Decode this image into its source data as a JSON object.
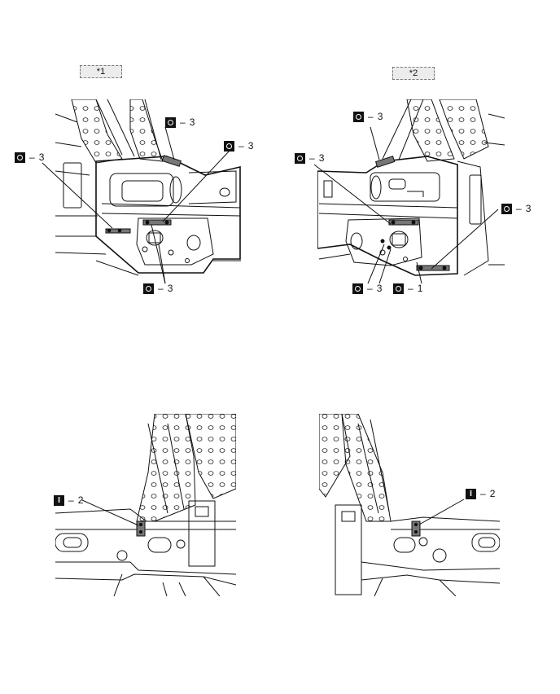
{
  "views": [
    {
      "tag": "*1",
      "callouts": [
        {
          "symbol": "o-symbol",
          "dash": "–",
          "num": "3"
        },
        {
          "symbol": "o-symbol",
          "dash": "–",
          "num": "3"
        },
        {
          "symbol": "o-symbol",
          "dash": "–",
          "num": "3"
        },
        {
          "symbol": "o-symbol",
          "dash": "–",
          "num": "3"
        }
      ]
    },
    {
      "tag": "*2",
      "callouts": [
        {
          "symbol": "o-symbol",
          "dash": "–",
          "num": "3"
        },
        {
          "symbol": "o-symbol",
          "dash": "–",
          "num": "3"
        },
        {
          "symbol": "o-symbol",
          "dash": "–",
          "num": "3"
        },
        {
          "symbol": "o-symbol",
          "dash": "–",
          "num": "3"
        },
        {
          "symbol": "o-symbol",
          "dash": "–",
          "num": "1"
        }
      ]
    },
    {
      "callouts": [
        {
          "symbol": "i-symbol",
          "dash": "–",
          "num": "2"
        }
      ]
    },
    {
      "callouts": [
        {
          "symbol": "i-symbol",
          "dash": "–",
          "num": "2"
        }
      ]
    }
  ]
}
